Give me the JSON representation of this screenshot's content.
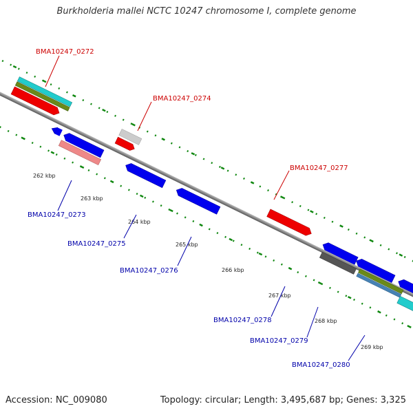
{
  "title": "Burkholderia mallei NCTC 10247 chromosome I, complete genome",
  "footer": {
    "accession": "Accession: NC_009080",
    "summary": "Topology: circular; Length: 3,495,687 bp; Genes: 3,325"
  },
  "colors": {
    "forward_label": "#cc0000",
    "reverse_label": "#0000aa",
    "backbone": "#888888",
    "ticks": "#118811",
    "red": "#ee0000",
    "blue": "#0000ee",
    "cyan": "#22cccc",
    "olive": "#6a8a1a",
    "pink": "#ee8888",
    "gray": "#cccccc",
    "dark_gray": "#555555",
    "steel": "#4682b4"
  },
  "tick_labels": [
    "262 kbp",
    "263 kbp",
    "264 kbp",
    "265 kbp",
    "266 kbp",
    "267 kbp",
    "268 kbp",
    "269 kbp"
  ],
  "gene_labels": [
    {
      "text": "BMA10247_0272",
      "strand": "forward"
    },
    {
      "text": "BMA10247_0274",
      "strand": "forward"
    },
    {
      "text": "BMA10247_0277",
      "strand": "forward"
    },
    {
      "text": "BMA10247_0273",
      "strand": "reverse"
    },
    {
      "text": "BMA10247_0275",
      "strand": "reverse"
    },
    {
      "text": "BMA10247_0276",
      "strand": "reverse"
    },
    {
      "text": "BMA10247_0278",
      "strand": "reverse"
    },
    {
      "text": "BMA10247_0279",
      "strand": "reverse"
    },
    {
      "text": "BMA10247_0280",
      "strand": "reverse"
    }
  ]
}
